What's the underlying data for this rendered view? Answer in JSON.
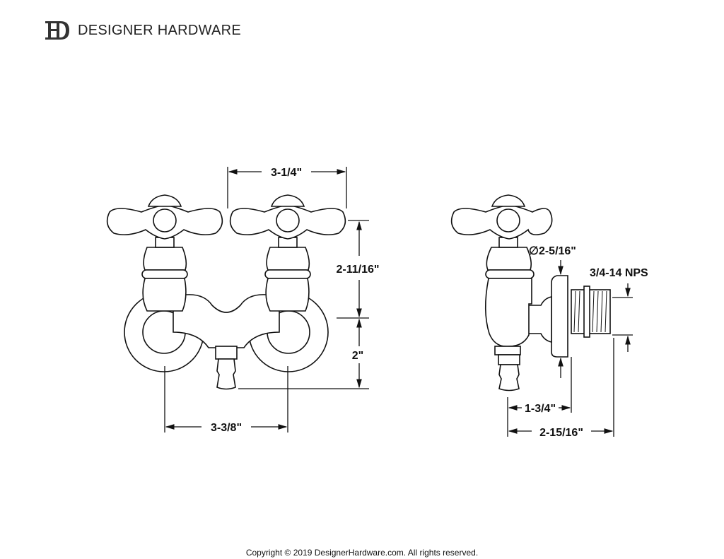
{
  "brand": {
    "logo_monogram": "DH",
    "name": "DESIGNER HARDWARE"
  },
  "dimensions": {
    "handle_spacing": "3-1/4\"",
    "handle_to_inlet_height": "2-11/16\"",
    "inlet_to_spout_height": "2\"",
    "inlet_centers": "3-3/8\"",
    "flange_diameter": "∅2-5/16\"",
    "thread_spec": "3/4-14 NPS",
    "spout_to_flange": "1-3/4\"",
    "overall_depth": "2-15/16\""
  },
  "footer": {
    "copyright": "Copyright © 2019 DesignerHardware.com. All rights reserved."
  }
}
